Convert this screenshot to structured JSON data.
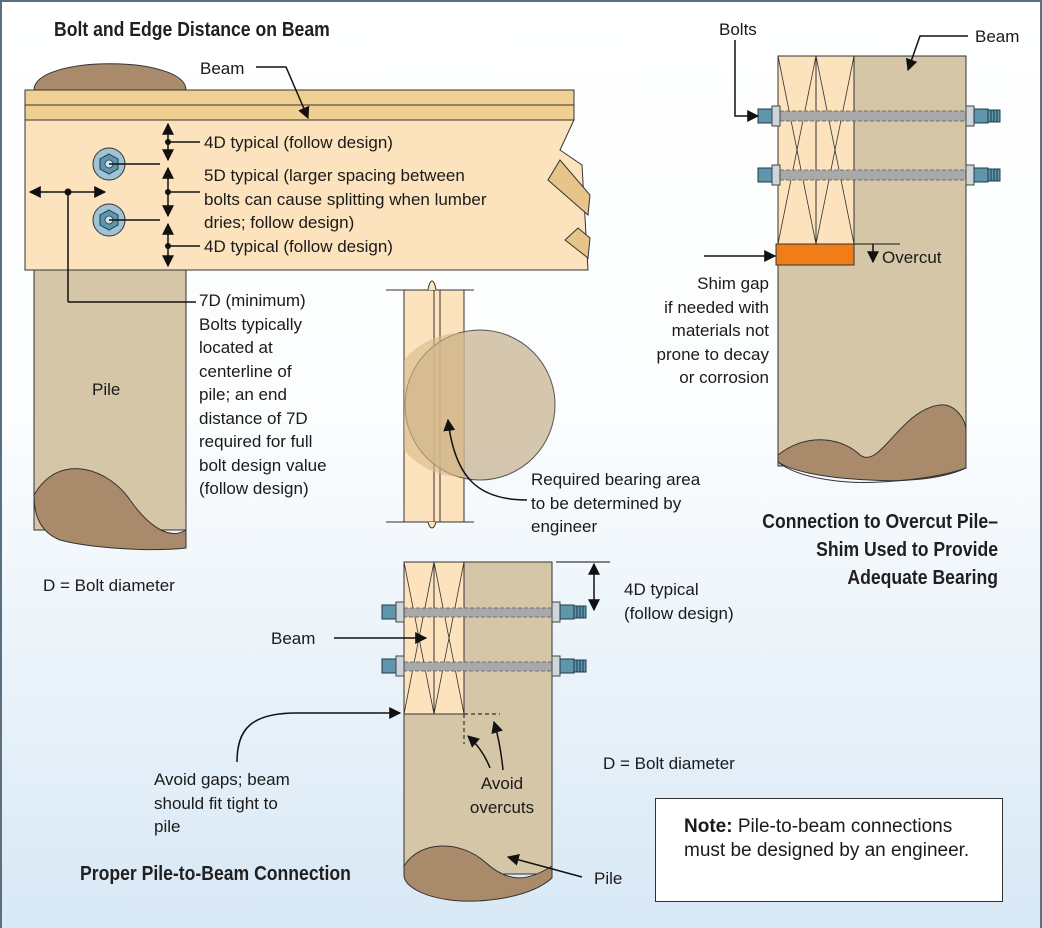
{
  "colors": {
    "background_top": "#ffffff",
    "background_bottom": "#dcebf7",
    "wood": "#fce3bd",
    "pile": "#d6c6a8",
    "pile_end": "#a98a6a",
    "shim": "#f07d1a",
    "bolt": "#5f96ac",
    "washer": "#cfd6da"
  },
  "icons": [
    "bolt-icon",
    "washer-icon",
    "nut-icon",
    "dimension-arrow-icon"
  ],
  "left": {
    "title": "Bolt and Edge Distance on Beam",
    "beam_label": "Beam",
    "dim_4d_top": "4D typical (follow design)",
    "dim_5d": [
      "5D typical (larger spacing between",
      "bolts can cause splitting when lumber",
      "dries; follow design)"
    ],
    "dim_4d_bottom": "4D typical (follow design)",
    "dim_7d": [
      "7D (minimum)",
      "Bolts typically",
      "located at",
      "centerline of",
      "pile; an end",
      "distance of 7D",
      "required for full",
      "bolt design value",
      "(follow design)"
    ],
    "pile_label": "Pile",
    "d_note": "D = Bolt diameter"
  },
  "middle": {
    "bearing_note": [
      "Required bearing area",
      "to be determined by",
      "engineer"
    ]
  },
  "right": {
    "bolts_label": "Bolts",
    "beam_label": "Beam",
    "overcut_label": "Overcut",
    "shim_note": [
      "Shim gap",
      "if needed with",
      "materials not",
      "prone to decay",
      "or corrosion"
    ],
    "title": [
      "Connection to Overcut Pile–",
      "Shim Used to Provide",
      "Adequate Bearing"
    ]
  },
  "bottom": {
    "dim_4d": [
      "4D typical",
      "(follow design)"
    ],
    "beam_label": "Beam",
    "avoid_gaps": [
      "Avoid gaps; beam",
      "should fit tight to",
      "pile"
    ],
    "avoid_overcuts": [
      "Avoid",
      "overcuts"
    ],
    "d_note": "D = Bolt diameter",
    "pile_label": "Pile",
    "title": "Proper Pile-to-Beam Connection"
  },
  "note": {
    "bold": "Note:",
    "text": " Pile-to-beam connections must be designed by an engineer."
  }
}
